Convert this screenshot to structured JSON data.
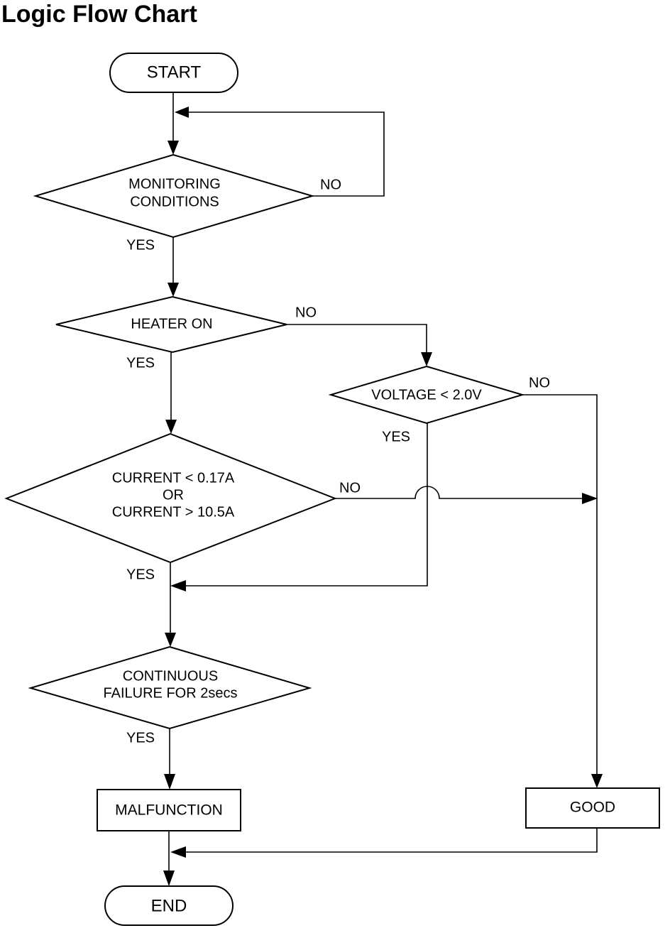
{
  "title": "Logic Flow Chart",
  "nodes": {
    "start": "START",
    "monitoring_1": "MONITORING",
    "monitoring_2": "CONDITIONS",
    "heater": "HEATER ON",
    "voltage": "VOLTAGE < 2.0V",
    "current_1": "CURRENT < 0.17A",
    "current_2": "OR",
    "current_3": "CURRENT > 10.5A",
    "continuous_1": "CONTINUOUS",
    "continuous_2": "FAILURE FOR 2secs",
    "malfunction": "MALFUNCTION",
    "good": "GOOD",
    "end": "END"
  },
  "labels": {
    "yes": "YES",
    "no": "NO"
  }
}
